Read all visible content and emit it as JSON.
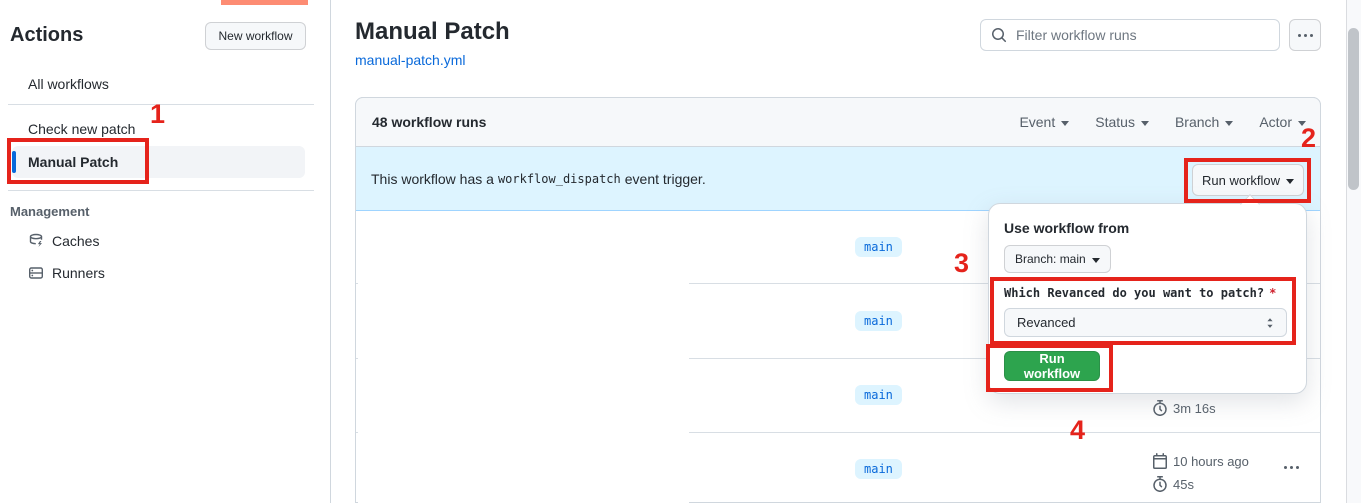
{
  "sidebar": {
    "title": "Actions",
    "new_workflow_button": "New workflow",
    "items": [
      {
        "label": "All workflows",
        "selected": false
      },
      {
        "label": "Check new patch",
        "selected": false
      },
      {
        "label": "Manual Patch",
        "selected": true
      }
    ],
    "management": {
      "label": "Management",
      "items": [
        {
          "label": "Caches",
          "icon": "cache-icon"
        },
        {
          "label": "Runners",
          "icon": "runners-icon"
        }
      ]
    }
  },
  "header": {
    "title": "Manual Patch",
    "workflow_file_link": "manual-patch.yml",
    "filter_placeholder": "Filter workflow runs"
  },
  "runs_card": {
    "count_label": "48 workflow runs",
    "filters": [
      {
        "label": "Event"
      },
      {
        "label": "Status"
      },
      {
        "label": "Branch"
      },
      {
        "label": "Actor"
      }
    ],
    "banner": {
      "text_before_code": "This workflow has a",
      "code": "workflow_dispatch",
      "text_after_code": "event trigger.",
      "run_workflow_button": "Run workflow"
    },
    "rows": [
      {
        "branch": "main"
      },
      {
        "branch": "main"
      },
      {
        "branch": "main",
        "duration": "3m 16s"
      },
      {
        "branch": "main",
        "started": "10 hours ago",
        "duration": "45s"
      }
    ]
  },
  "run_workflow_popover": {
    "title": "Use workflow from",
    "branch_selector": "Branch: main",
    "input_label": "Which Revanced do you want to patch?",
    "required_marker": "*",
    "input_value": "Revanced",
    "submit_button": "Run workflow"
  },
  "annotations": {
    "color": "#e5231b",
    "steps": [
      "1",
      "2",
      "3",
      "4"
    ]
  },
  "colors": {
    "accent_blue": "#0969da",
    "banner_bg": "#ddf4ff",
    "success_green": "#2da44e",
    "border": "#d0d7de",
    "muted_text": "#57606a",
    "annotation_red": "#e5231b",
    "tab_underline_orange": "#fd8c73"
  }
}
